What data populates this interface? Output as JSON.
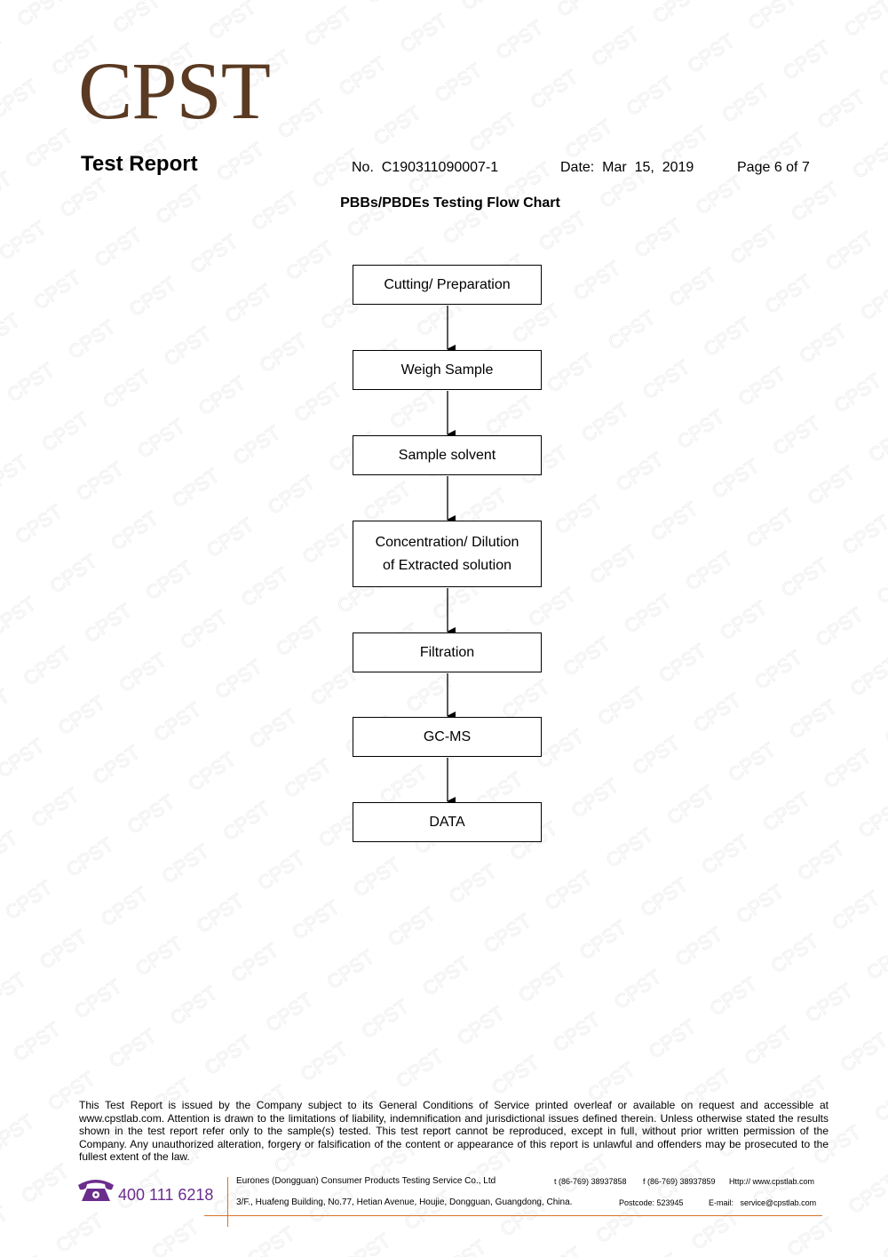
{
  "brand": {
    "logo_text": "CPST",
    "logo_color": "#5a3a22",
    "accent_color": "#d8732a",
    "contact_color": "#6a2d8c"
  },
  "header": {
    "title": "Test Report",
    "report_no": "No.  C190311090007-1",
    "date": "Date:  Mar  15,  2019",
    "page": "Page 6 of 7"
  },
  "flowchart": {
    "title": "PBBs/PBDEs Testing Flow Chart",
    "steps": [
      {
        "lines": [
          "Cutting/ Preparation"
        ]
      },
      {
        "lines": [
          "Weigh Sample"
        ]
      },
      {
        "lines": [
          "Sample solvent"
        ]
      },
      {
        "lines": [
          "Concentration/ Dilution",
          "of Extracted solution"
        ]
      },
      {
        "lines": [
          "Filtration"
        ]
      },
      {
        "lines": [
          "GC-MS"
        ]
      },
      {
        "lines": [
          "DATA"
        ]
      }
    ]
  },
  "footer": {
    "disclaimer": "This Test Report is issued by the Company subject to its General Conditions of Service printed overleaf or available on request and accessible at www.cpstlab.com. Attention is drawn to the limitations of liability, indemnification and jurisdictional issues defined therein. Unless otherwise stated the results shown in the test report refer only to the sample(s) tested. This test report cannot be reproduced, except in full, without prior written permission of the Company. Any unauthorized alteration, forgery or falsification of the content or appearance of this report is unlawful and offenders may be prosecuted to the fullest extent of the law.",
    "phone_icon": "telephone-icon",
    "hotline": "400 111 6218",
    "company": "Eurones (Dongguan) Consumer Products Testing Service Co., Ltd",
    "tel": "t (86-769) 38937858",
    "fax": "f (86-769) 38937859",
    "web": "Http:// www.cpstlab.com",
    "address": "3/F., Huafeng Building, No.77, Hetian Avenue, Houjie, Dongguan, Guangdong, China.",
    "postcode": "Postcode: 523945",
    "email": "E-mail:   service@cpstlab.com"
  }
}
